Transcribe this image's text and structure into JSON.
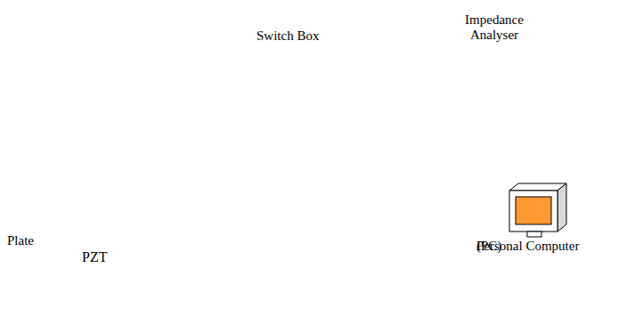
{
  "diagram": {
    "nodes": [
      {
        "text": [
          "Plate"
        ]
      },
      {
        "text": [
          "PZT"
        ],
        "in": 0
      },
      {
        "text": [
          "Switch Box"
        ]
      },
      {
        "text": [
          "Impedance Analyser"
        ]
      },
      {
        "text": [
          "(PC)",
          "Personal Computer"
        ]
      }
    ],
    "edges": [
      {
        "from": 1,
        "to": 2,
        "arrow": "none"
      },
      {
        "from": 1,
        "to": 2,
        "arrow": "none"
      },
      {
        "from": 2,
        "to": 3,
        "arrow": "none"
      },
      {
        "from": 2,
        "to": 3,
        "arrow": "none"
      },
      {
        "from": 3,
        "to": 4,
        "arrow": "none"
      }
    ]
  }
}
